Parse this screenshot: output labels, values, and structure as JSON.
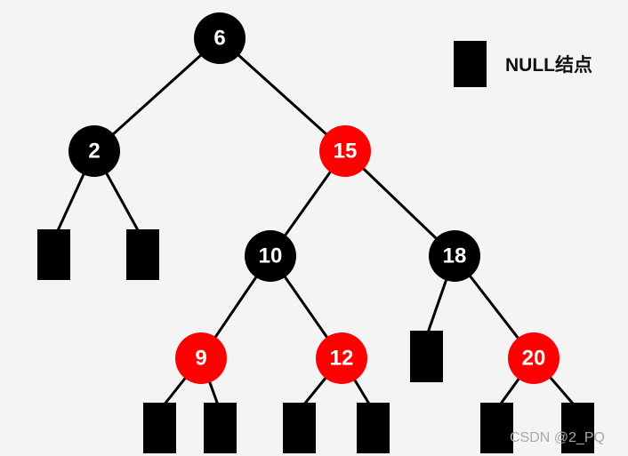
{
  "colors": {
    "background": "#f4f4f4",
    "black_node": "#000000",
    "red_node": "#ff0000",
    "edge": "#000000",
    "null_leaf": "#000000",
    "node_text": "#ffffff"
  },
  "legend": {
    "label": "NULL结点"
  },
  "watermark": "CSDN @2_PQ",
  "tree": {
    "nodes": [
      {
        "id": "n6",
        "label": "6",
        "color": "black"
      },
      {
        "id": "n2",
        "label": "2",
        "color": "black"
      },
      {
        "id": "n15",
        "label": "15",
        "color": "red"
      },
      {
        "id": "n10",
        "label": "10",
        "color": "black"
      },
      {
        "id": "n18",
        "label": "18",
        "color": "black"
      },
      {
        "id": "n9",
        "label": "9",
        "color": "red"
      },
      {
        "id": "n12",
        "label": "12",
        "color": "red"
      },
      {
        "id": "n20",
        "label": "20",
        "color": "red"
      }
    ]
  }
}
